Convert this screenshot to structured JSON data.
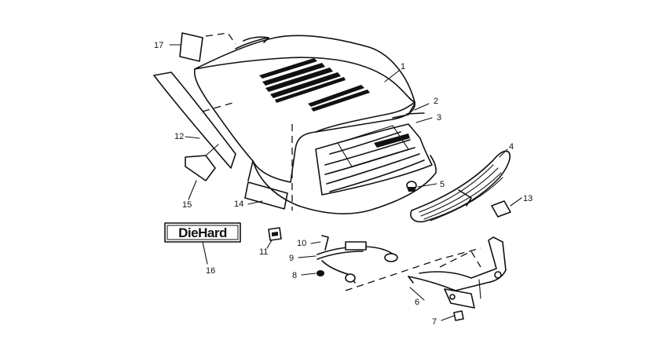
{
  "diagram": {
    "logo_text": "DieHard",
    "callouts": [
      {
        "id": "c1",
        "label": "1"
      },
      {
        "id": "c2",
        "label": "2"
      },
      {
        "id": "c3",
        "label": "3"
      },
      {
        "id": "c4",
        "label": "4"
      },
      {
        "id": "c5",
        "label": "5"
      },
      {
        "id": "c6",
        "label": "6"
      },
      {
        "id": "c7",
        "label": "7"
      },
      {
        "id": "c8",
        "label": "8"
      },
      {
        "id": "c9",
        "label": "9"
      },
      {
        "id": "c10",
        "label": "10"
      },
      {
        "id": "c11",
        "label": "11"
      },
      {
        "id": "c12",
        "label": "12"
      },
      {
        "id": "c13",
        "label": "13"
      },
      {
        "id": "c14",
        "label": "14"
      },
      {
        "id": "c15",
        "label": "15"
      },
      {
        "id": "c16",
        "label": "16"
      },
      {
        "id": "c17",
        "label": "17"
      }
    ]
  }
}
